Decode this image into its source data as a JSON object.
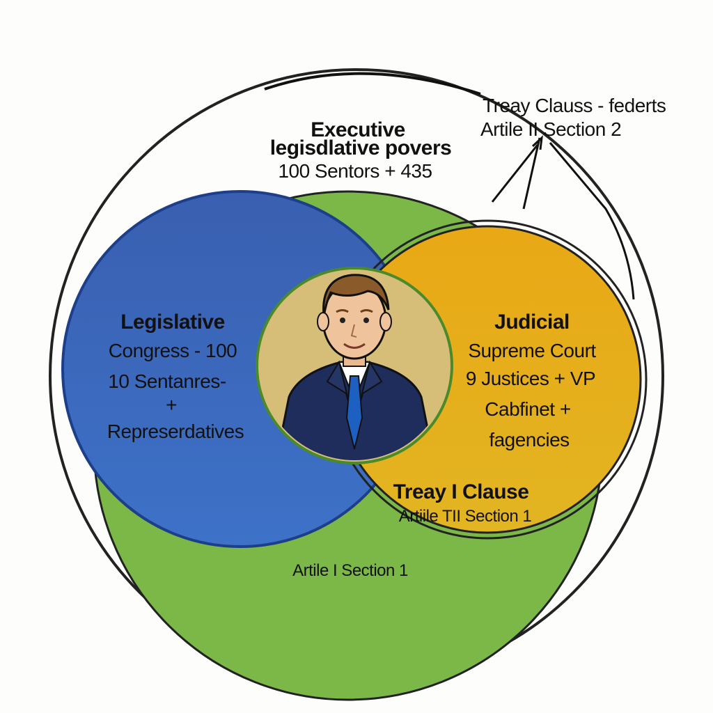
{
  "top": {
    "title_line1": "Executive",
    "title_line2": "legisdlative povers",
    "subtitle": "100 Sentors + 435"
  },
  "top_right": {
    "title": "Treay Clauss - federts",
    "subtitle": "Artile II Section 2"
  },
  "legislative": {
    "title": "Legislative",
    "line1": "Congress - 100",
    "line2": "10 Sentanres-",
    "line3": "+",
    "line4": "Represerdatives"
  },
  "judicial": {
    "title": "Judicial",
    "line1": "Supreme Court",
    "line2": "9 Justices + VP",
    "line3": "Cabfinet +",
    "line4": "fagencies"
  },
  "overlap": {
    "title": "Treay I Clause",
    "subtitle": "Artiile TII Section 1"
  },
  "bottom": {
    "label": "Artile I Section 1"
  },
  "colors": {
    "legislative": "#3a62b8",
    "judicial": "#e8a818",
    "green": "#7bb848",
    "portrait_bg": "#d7be78",
    "outline": "#222222"
  }
}
